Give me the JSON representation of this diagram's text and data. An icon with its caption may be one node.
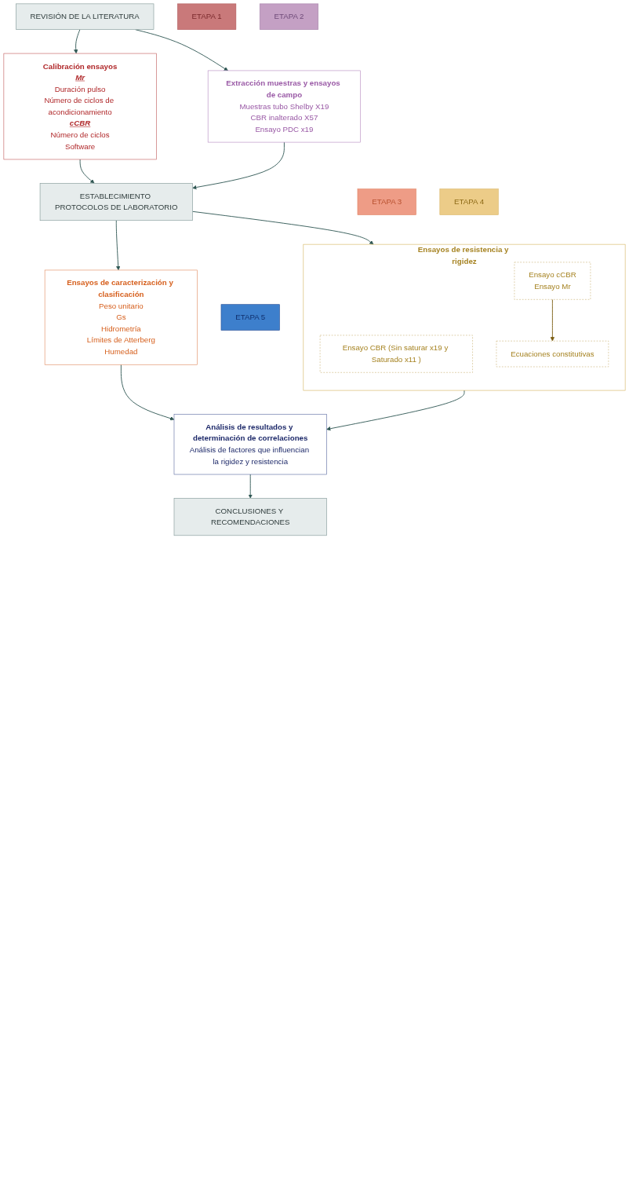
{
  "diagram": {
    "nodes": [
      {
        "text": [
          "REVISIÓN DE LA LITERATURA"
        ]
      },
      {
        "text": [
          "ETAPA 1"
        ]
      },
      {
        "text": [
          "Calibración ensayos",
          "Mr",
          "Duración pulso",
          "Número de ciclos de acondicionamiento",
          "cCBR",
          "Número de ciclos",
          "Software"
        ]
      },
      {
        "text": [
          "ETAPA 2"
        ]
      },
      {
        "text": [
          "Extracción muestras y ensayos de campo",
          "Muestras tubo Shelby X19",
          "CBR inalterado X57",
          "Ensayo PDC x19"
        ]
      },
      {
        "text": [
          "ESTABLECIMIENTO PROTOCOLOS DE LABORATORIO"
        ]
      },
      {
        "text": [
          "ETAPA 3"
        ]
      },
      {
        "text": [
          "Ensayos de caracterización y clasificación",
          "Peso unitario",
          "Gs",
          "Hidrometría",
          "Límites de Atterberg",
          "Humedad"
        ]
      },
      {
        "text": [
          "ETAPA 4"
        ]
      },
      {
        "text": [
          "Ensayos de resistencia y rigidez"
        ]
      },
      {
        "text": [
          "Ensayo CBR (Sin saturar x19 y Saturado x11 )"
        ],
        "in": 9
      },
      {
        "text": [
          "Ensayo cCBR",
          "Ensayo Mr"
        ],
        "in": 9
      },
      {
        "text": [
          "Ecuaciones constitutivas"
        ],
        "in": 9
      },
      {
        "text": [
          "ETAPA 5"
        ]
      },
      {
        "text": [
          "Análisis de resultados y determinación de correlaciones",
          "Análisis de factores que influencian la rigidez y resistencia"
        ]
      },
      {
        "text": [
          "CONCLUSIONES Y RECOMENDACIONES"
        ]
      }
    ],
    "edges": [
      {
        "from": 0,
        "to": 2,
        "arrow": "to"
      },
      {
        "from": 0,
        "to": 4,
        "arrow": "to"
      },
      {
        "from": 2,
        "to": 5,
        "arrow": "to"
      },
      {
        "from": 4,
        "to": 5,
        "arrow": "to"
      },
      {
        "from": 5,
        "to": 7,
        "arrow": "to"
      },
      {
        "from": 5,
        "to": 9,
        "arrow": "to"
      },
      {
        "from": 7,
        "to": 14,
        "arrow": "to"
      },
      {
        "from": 9,
        "to": 14,
        "arrow": "to"
      },
      {
        "from": 11,
        "to": 12,
        "arrow": "to",
        "color": "#7a5c10"
      },
      {
        "from": 14,
        "to": 15,
        "arrow": "to"
      }
    ]
  }
}
